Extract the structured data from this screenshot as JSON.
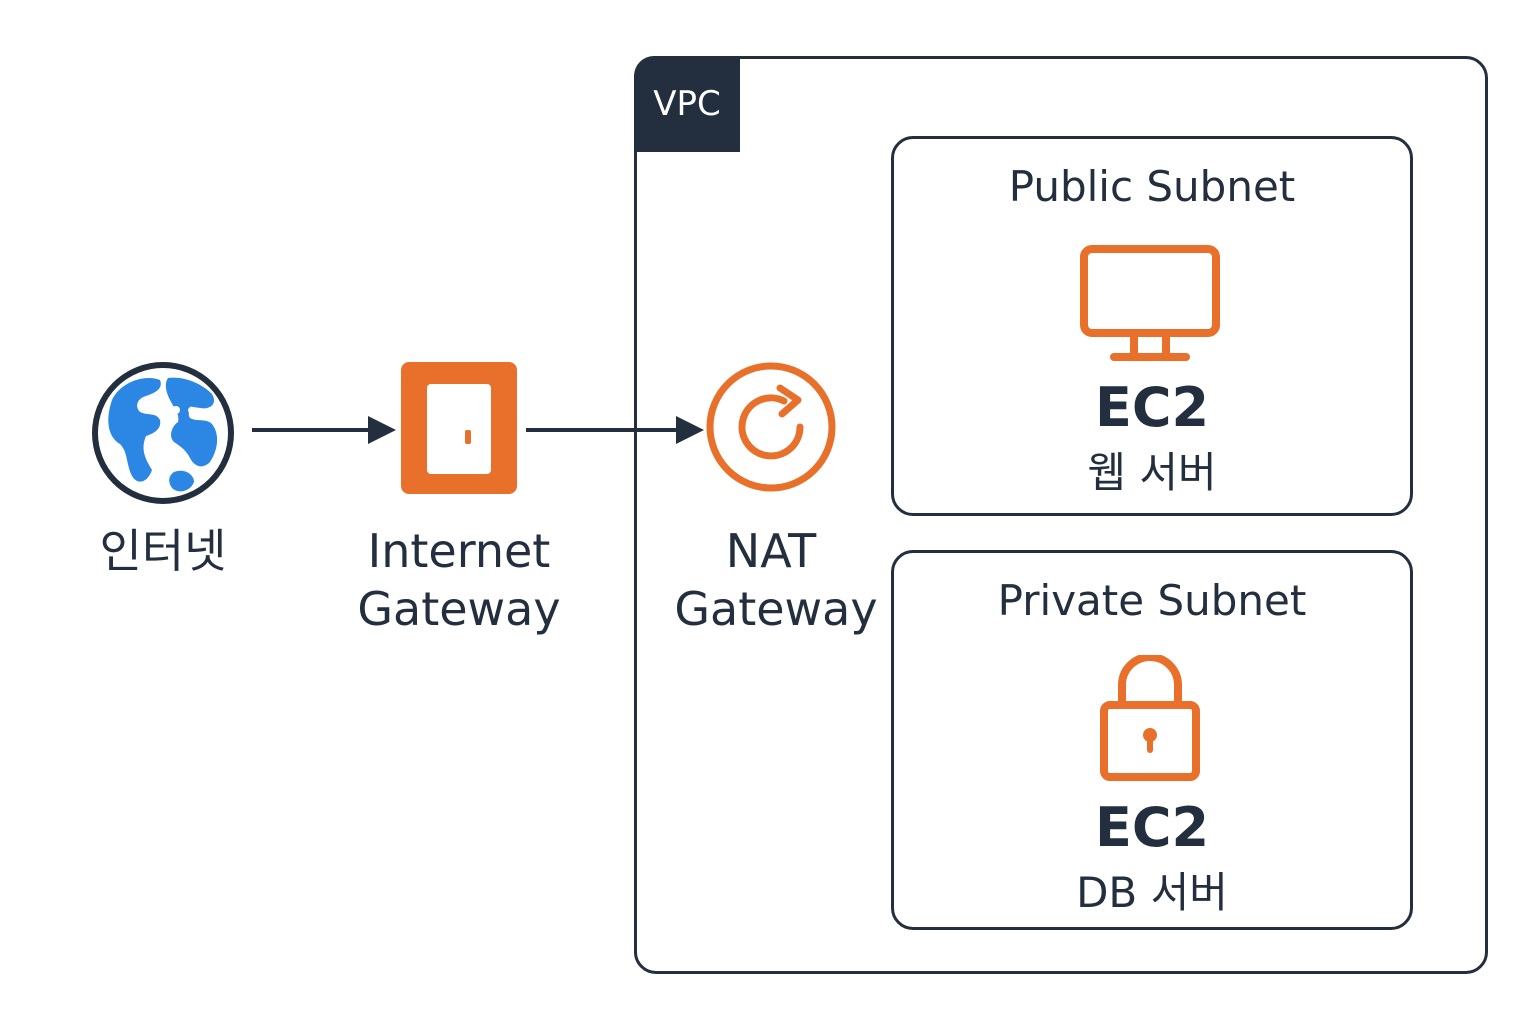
{
  "internet": {
    "label": "인터넷",
    "icon": "globe-icon"
  },
  "internet_gateway": {
    "label_line1": "Internet",
    "label_line2": "Gateway",
    "icon": "door-icon"
  },
  "nat_gateway": {
    "label_line1": "NAT",
    "label_line2": "Gateway",
    "icon": "refresh-icon"
  },
  "vpc": {
    "label": "VPC"
  },
  "public_subnet": {
    "title": "Public Subnet",
    "service": "EC2",
    "role": "웹 서버",
    "icon": "monitor-icon"
  },
  "private_subnet": {
    "title": "Private Subnet",
    "service": "EC2",
    "role": "DB 서버",
    "icon": "lock-icon"
  },
  "colors": {
    "accent": "#e8702a",
    "dark": "#232f3e",
    "globe_blue": "#2b87e3"
  }
}
